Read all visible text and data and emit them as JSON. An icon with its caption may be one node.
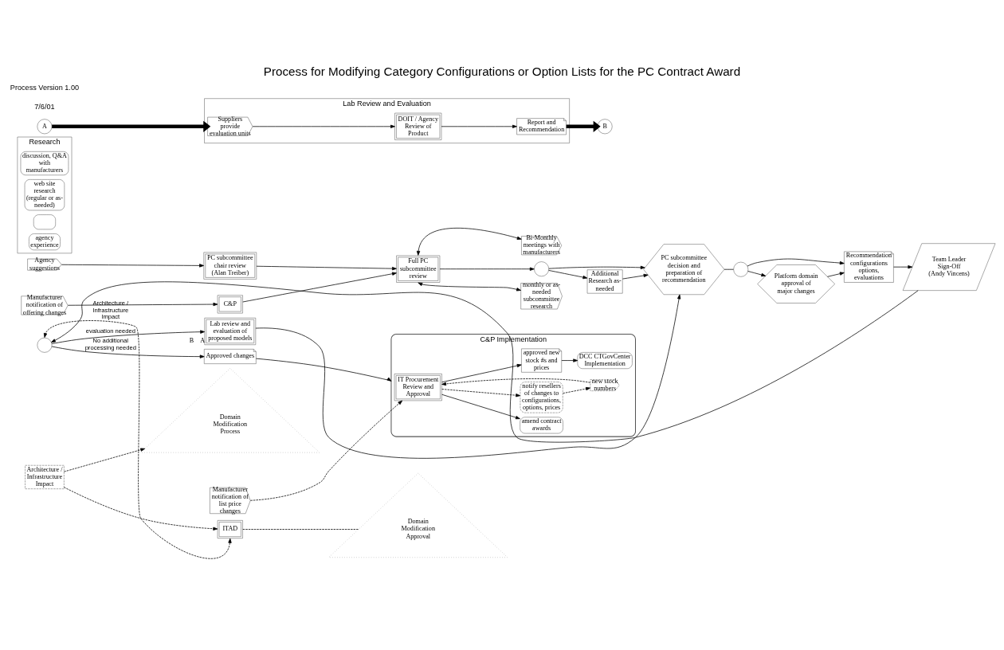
{
  "diagram": {
    "title": "Process for Modifying Category Configurations or Option Lists for the PC Contract Award",
    "nodes": [
      {
        "text": [
          "Manufacturer notification of offering changes"
        ]
      },
      {
        "text": [
          "C&P"
        ]
      },
      {
        "text": [
          "Full PC subcommittee review"
        ]
      },
      {
        "text": [
          "Agency suggestions"
        ]
      },
      {
        "text": [
          "PC subcommittee chair review",
          "(Alan Treiber)"
        ]
      },
      {
        "text": [
          "Bi-Monthly meetings with manufacturers"
        ]
      },
      {
        "text": [
          "monthly or as-needed subcommittee research"
        ]
      },
      {
        "text": [],
        "shape": "circle"
      },
      {
        "text": [
          "Additional Research as-needed"
        ]
      },
      {
        "text": [
          "PC subcommittee decision and preparation of recommendation"
        ]
      },
      {
        "text": [],
        "shape": "circle"
      },
      {
        "text": [
          "Recommendation",
          "configurations options, evaluations"
        ]
      },
      {
        "text": [
          "Platform domain approval of major changes"
        ]
      },
      {
        "text": [
          "Team Leader Sign-Off",
          "(Andy Vincens)"
        ]
      },
      {
        "text": [
          "ITAD"
        ]
      },
      {
        "text": [
          "Lab review and evaluation of proposed models"
        ],
        "beside": [
          "B",
          "A"
        ]
      },
      {
        "text": [],
        "shape": "circle"
      },
      {
        "text": [
          "Approved changes"
        ]
      },
      {
        "text": [
          "Manufacturer notification of list price changes"
        ]
      },
      {
        "text": [
          "C&P Implementation"
        ]
      },
      {
        "text": [
          "IT Procurement Review and Approval"
        ],
        "in": 19
      },
      {
        "text": [
          "amend contract awards"
        ],
        "in": 19
      },
      {
        "text": [
          "DCC CTGovCenter Implementation"
        ],
        "in": 19
      },
      {
        "text": [
          "notify resellers of changes to configurations, options, prices"
        ],
        "in": 19
      },
      {
        "text": [
          "new stock numbers"
        ],
        "in": 19
      },
      {
        "text": [
          "approved new stock #s and prices"
        ],
        "in": 19
      },
      {
        "text": [
          "Research"
        ]
      },
      {
        "text": [
          "discussion, Q&A with manufacturers"
        ],
        "in": 26
      },
      {
        "text": [
          "web site research (regular or as-needed)"
        ],
        "in": 26
      },
      {
        "text": [],
        "shape": "box",
        "in": 26
      },
      {
        "text": [
          "agency experience"
        ],
        "in": 26
      },
      {
        "text": [
          "Lab Review and Evaluation"
        ]
      },
      {
        "text": [
          "Report and Recommendation"
        ],
        "in": 31
      },
      {
        "text": [
          "DOIT / Agency Review of Product"
        ],
        "in": 31
      },
      {
        "text": [
          "Suppliers provide evaluation units"
        ],
        "in": 31
      },
      {
        "text": [
          "B"
        ]
      },
      {
        "text": [
          "A"
        ]
      },
      {
        "text": [
          "Domain Modification Process"
        ]
      },
      {
        "text": [
          "Domain Modification Approval"
        ]
      },
      {
        "text": [
          "Architecture / Infrastructure Impact"
        ]
      }
    ],
    "edges": [
      {
        "from": 0,
        "to": 1,
        "arrow": "to"
      },
      {
        "from": 1,
        "to": 2,
        "arrow": "to"
      },
      {
        "from": 3,
        "to": 4,
        "arrow": "to"
      },
      {
        "from": 4,
        "to": 2,
        "arrow": "to"
      },
      {
        "from": 2,
        "to": 5,
        "arrow": "both"
      },
      {
        "from": 2,
        "to": 6,
        "arrow": "both"
      },
      {
        "from": 2,
        "to": 7,
        "arrow": "to"
      },
      {
        "from": 7,
        "to": 9,
        "arrow": "to"
      },
      {
        "from": 7,
        "to": 8,
        "arrow": "to"
      },
      {
        "from": 8,
        "to": 9,
        "arrow": "to"
      },
      {
        "from": 9,
        "to": 10,
        "arrow": "none"
      },
      {
        "from": 10,
        "to": 11,
        "arrow": "to"
      },
      {
        "from": 10,
        "to": 12,
        "arrow": "to"
      },
      {
        "from": 12,
        "to": 11,
        "arrow": "to"
      },
      {
        "from": 11,
        "to": 13,
        "arrow": "to"
      },
      {
        "from": 13,
        "to": 16,
        "arrow": "to"
      },
      {
        "from": 14,
        "to": 16,
        "arrow": "both",
        "style": "dashed",
        "label": "Architecture / Infrastructure Impact"
      },
      {
        "from": 16,
        "to": 15,
        "arrow": "to",
        "label": "evaluation needed"
      },
      {
        "from": 15,
        "to": 9,
        "arrow": "to"
      },
      {
        "from": 16,
        "to": 17,
        "arrow": "to",
        "label": "No additional processing needed"
      },
      {
        "from": 17,
        "to": 19,
        "arrow": "to"
      },
      {
        "from": 18,
        "to": 20,
        "arrow": "to",
        "style": "dashed"
      },
      {
        "from": 20,
        "to": 21,
        "arrow": "to"
      },
      {
        "from": 20,
        "to": 25,
        "arrow": "to"
      },
      {
        "from": 25,
        "to": 22,
        "arrow": "to"
      },
      {
        "from": 20,
        "to": 23,
        "arrow": "to",
        "style": "dashed"
      },
      {
        "from": 23,
        "to": 24,
        "arrow": "to",
        "style": "dashed"
      },
      {
        "from": 24,
        "to": 20,
        "arrow": "to",
        "style": "dashed"
      },
      {
        "from": 36,
        "to": 34,
        "arrow": "to",
        "style": "thick"
      },
      {
        "from": 34,
        "to": 33,
        "arrow": "to"
      },
      {
        "from": 33,
        "to": 32,
        "arrow": "to"
      },
      {
        "from": 32,
        "to": 35,
        "arrow": "to",
        "style": "thick"
      },
      {
        "from": 39,
        "to": 14,
        "arrow": "to",
        "style": "dashed"
      },
      {
        "from": 39,
        "to": 37,
        "arrow": "to",
        "style": "dashed"
      },
      {
        "from": 14,
        "to": 38,
        "arrow": "none",
        "style": "dashed"
      }
    ],
    "labels": [
      "7/6/01",
      "Process Version 1.00"
    ]
  }
}
